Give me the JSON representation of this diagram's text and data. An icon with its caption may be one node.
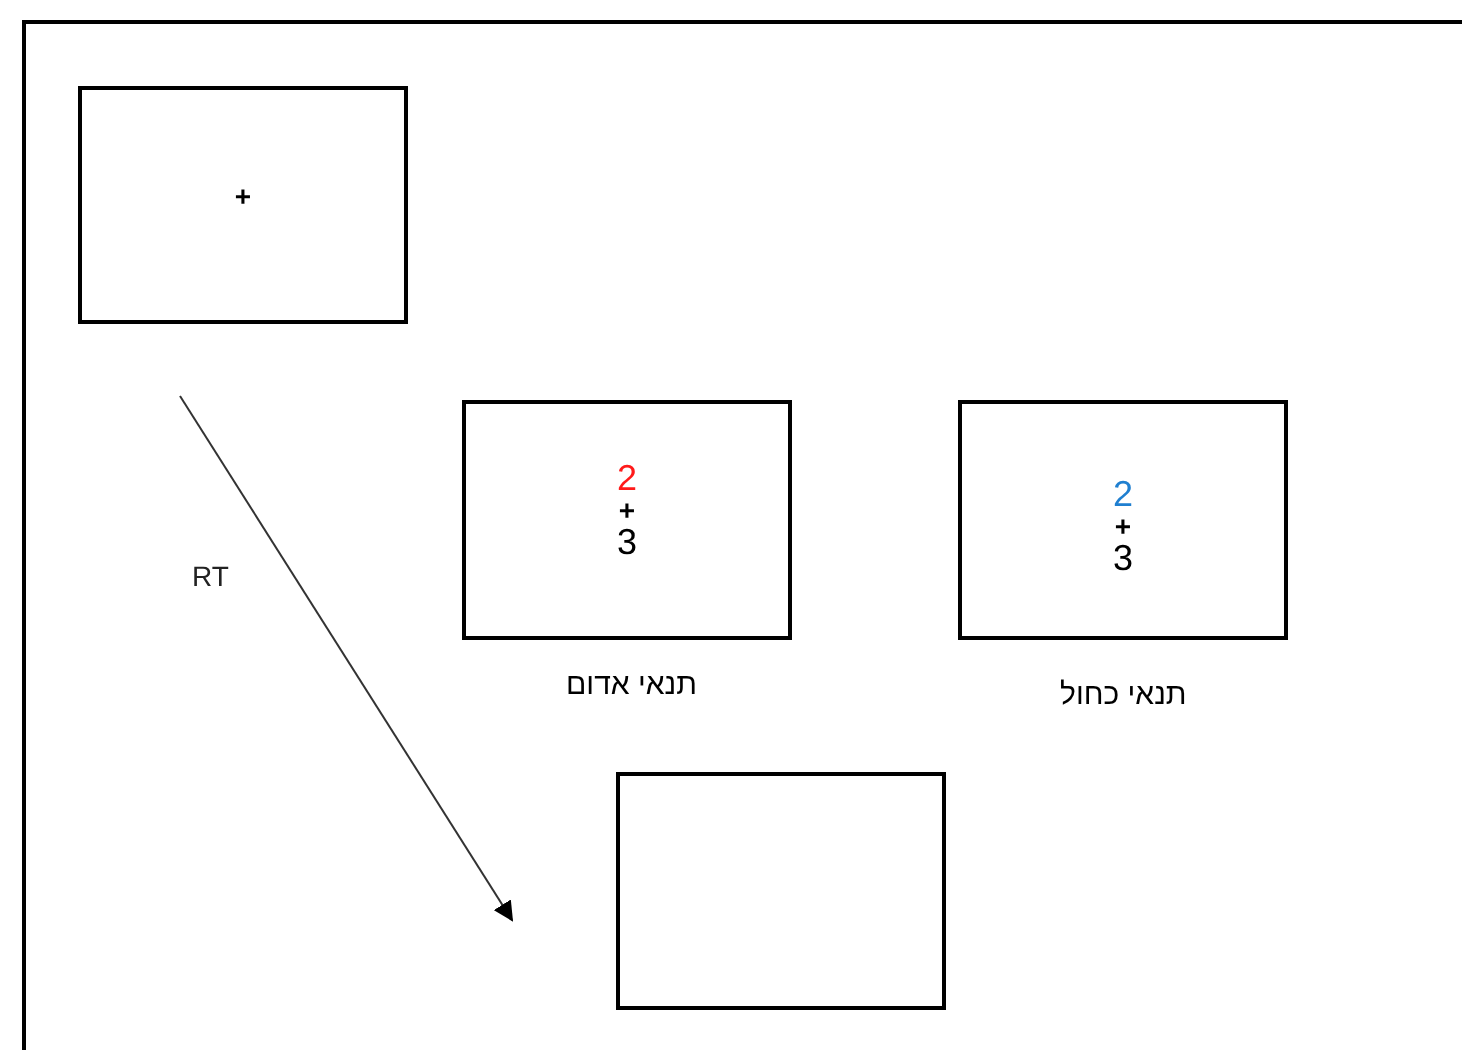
{
  "diagram": {
    "nodes": [
      {
        "text": [
          "+"
        ]
      },
      {
        "text": [
          "2",
          "+",
          "3"
        ],
        "beside": [
          "תנאי אדום"
        ]
      },
      {
        "text": [
          "2",
          "+",
          "3"
        ],
        "beside": [
          "תנאי כחול"
        ]
      },
      {
        "text": [],
        "shape": "box"
      }
    ],
    "labels": [
      "RT"
    ]
  }
}
